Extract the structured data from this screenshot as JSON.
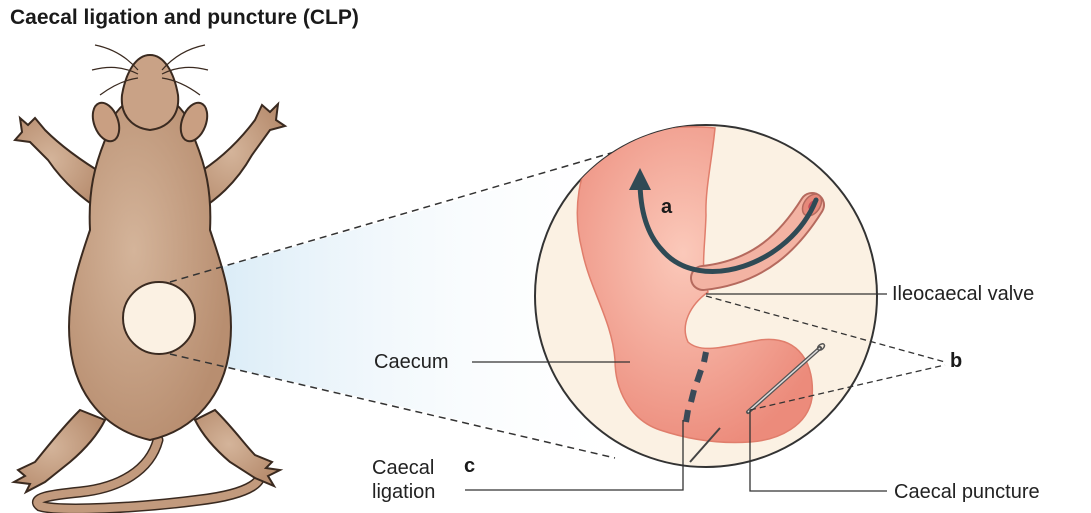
{
  "title": "Caecal ligation and puncture (CLP)",
  "labels": {
    "ileocaecal_valve": "Ileocaecal valve",
    "caecum": "Caecum",
    "caecal_ligation_line1": "Caecal",
    "caecal_ligation_line2": "ligation",
    "caecal_puncture": "Caecal puncture"
  },
  "step_letters": {
    "a": "a",
    "b": "b",
    "c": "c"
  },
  "colors": {
    "mouse_fur": "#c29a7d",
    "mouse_outline": "#3a2a20",
    "magnifier_bg": "#fbf1e3",
    "caecum_tissue": "#f0998a",
    "ileum_tissue": "#f3b3a3",
    "arrow_color": "#2f4a55",
    "glow": "#bfe0f2"
  }
}
